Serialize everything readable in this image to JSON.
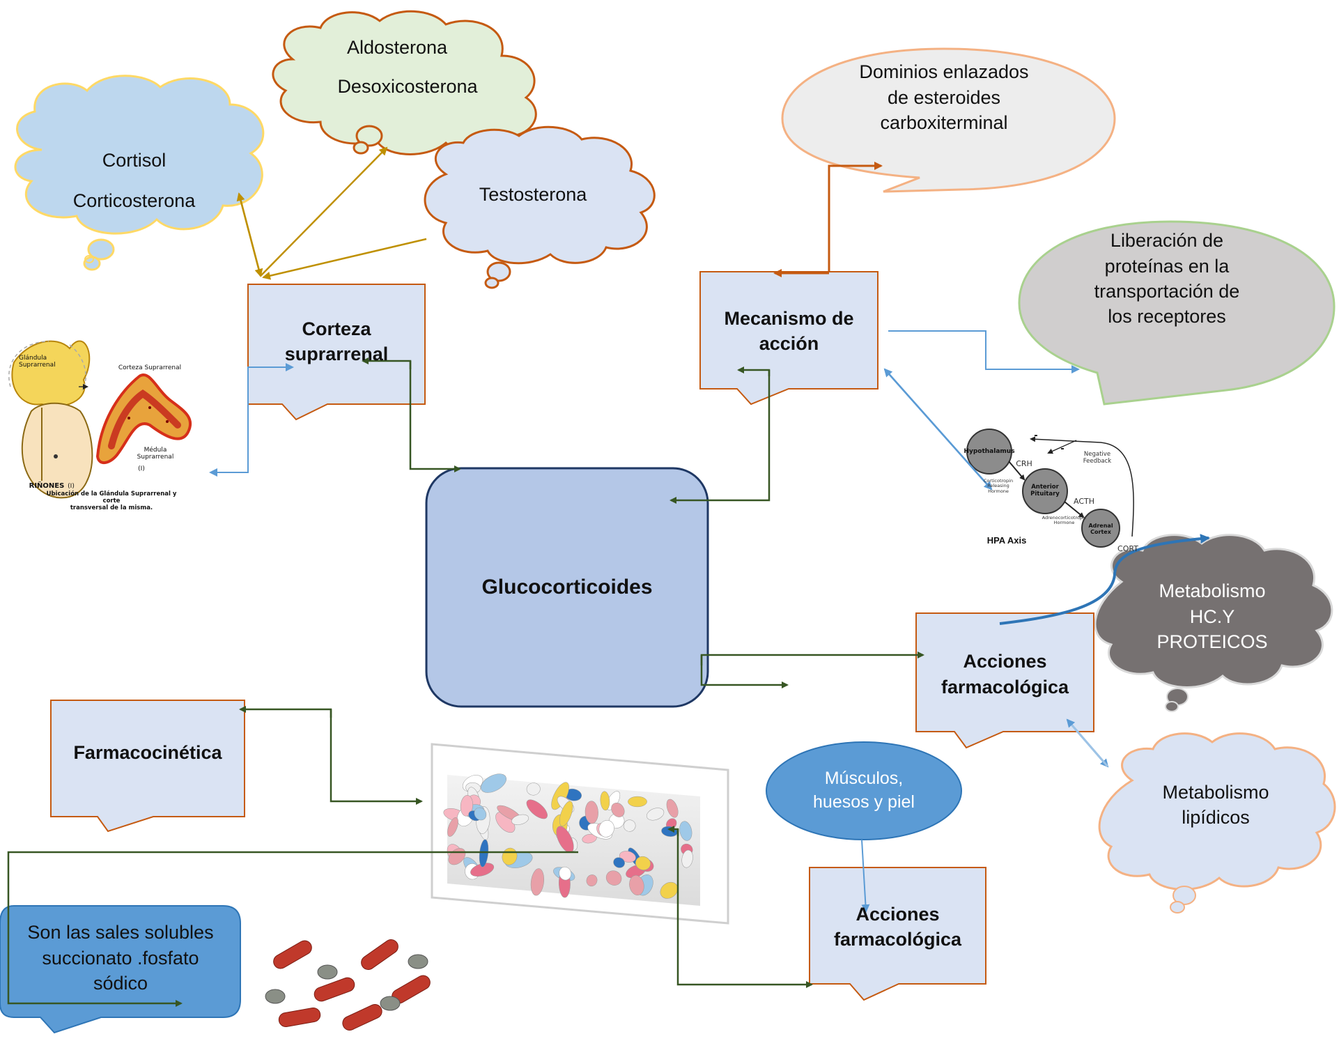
{
  "center": {
    "label": "Glucocorticoides"
  },
  "corteza": {
    "label": "Corteza\nsuprarrenal"
  },
  "mecanismo": {
    "label": "Mecanismo de\nacción"
  },
  "acciones_1": {
    "label": "Acciones\nfarmacológica"
  },
  "acciones_2": {
    "label": "Acciones\nfarmacológica"
  },
  "farmacocinetica": {
    "label": "Farmacocinética"
  },
  "clouds": {
    "cortisol": {
      "line1": "Cortisol",
      "line2": "Corticosterona"
    },
    "aldosterona": {
      "line1": "Aldosterona",
      "line2": "Desoxicosterona"
    },
    "testosterona": {
      "label": "Testosterona"
    },
    "metabolismo_hc": {
      "label": "Metabolismo\nHC.Y\nPROTEICOS"
    },
    "metabolismo_lip": {
      "label": "Metabolismo\nlipídicos"
    }
  },
  "speech": {
    "dominios": {
      "label": "Dominios enlazados\nde esteroides\ncarboxiterminal"
    },
    "liberacion": {
      "label": "Liberación de\nproteínas en la\ntransportación de\nlos receptores"
    }
  },
  "ellipse": {
    "label": "Músculos,\nhuesos y piel"
  },
  "sales": {
    "label": "Son las sales solubles\nsuccionato .fosfato\nsódico"
  },
  "adrenal_image": {
    "glandula": "Glándula\nSuprarrenal",
    "corteza": "Corteza  Suprarrenal",
    "medula": "Médula\nSuprarrenal",
    "rinones": "RIÑONES",
    "num1": "(I)",
    "num2": "(I)",
    "caption": "Ubicación de la Glándula Suprarrenal y corte\ntransversal de la misma."
  },
  "hpa": {
    "hypothalamus": "Hypothalamus",
    "crh": "CRH",
    "crh_full": "Corticotropin\nReleasing\nHormone",
    "pituitary": "Anterior\nPituitary",
    "acth": "ACTH",
    "acth_full": "Adrenocorticotropic\nHormone",
    "adrenal": "Adrenal\nCortex",
    "cort": "CORT",
    "feedback": "Negative\nFeedback",
    "minus1": "-",
    "minus2": "-",
    "title": "HPA  Axis"
  },
  "colors": {
    "box_fill": "#dae3f3",
    "box_border": "#c55a11",
    "center_fill": "#b4c7e7",
    "center_border": "#1f3864",
    "green": "#375623",
    "blue_line": "#5b9bd5",
    "gold": "#bf9000",
    "orange": "#c55a11"
  }
}
